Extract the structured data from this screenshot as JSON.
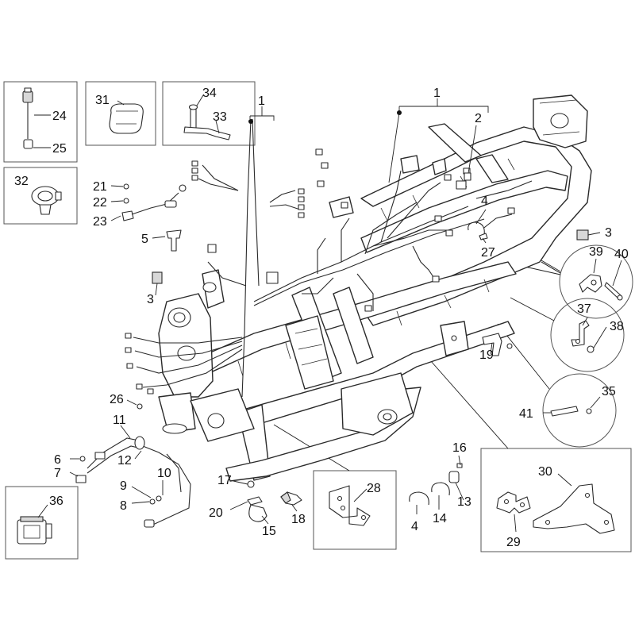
{
  "callouts": {
    "c1a": "1",
    "c1b": "1",
    "c2": "2",
    "c3a": "3",
    "c3b": "3",
    "c4a": "4",
    "c4b": "4",
    "c5": "5",
    "c6": "6",
    "c7": "7",
    "c8": "8",
    "c9": "9",
    "c10": "10",
    "c11": "11",
    "c12": "12",
    "c13": "13",
    "c14": "14",
    "c15": "15",
    "c16": "16",
    "c17": "17",
    "c18": "18",
    "c19": "19",
    "c20": "20",
    "c21": "21",
    "c22": "22",
    "c23": "23",
    "c24": "24",
    "c25": "25",
    "c26": "26",
    "c27": "27",
    "c28": "28",
    "c29": "29",
    "c30": "30",
    "c31": "31",
    "c32": "32",
    "c33": "33",
    "c34": "34",
    "c35": "35",
    "c36": "36",
    "c37": "37",
    "c38": "38",
    "c39": "39",
    "c40": "40",
    "c41": "41"
  }
}
